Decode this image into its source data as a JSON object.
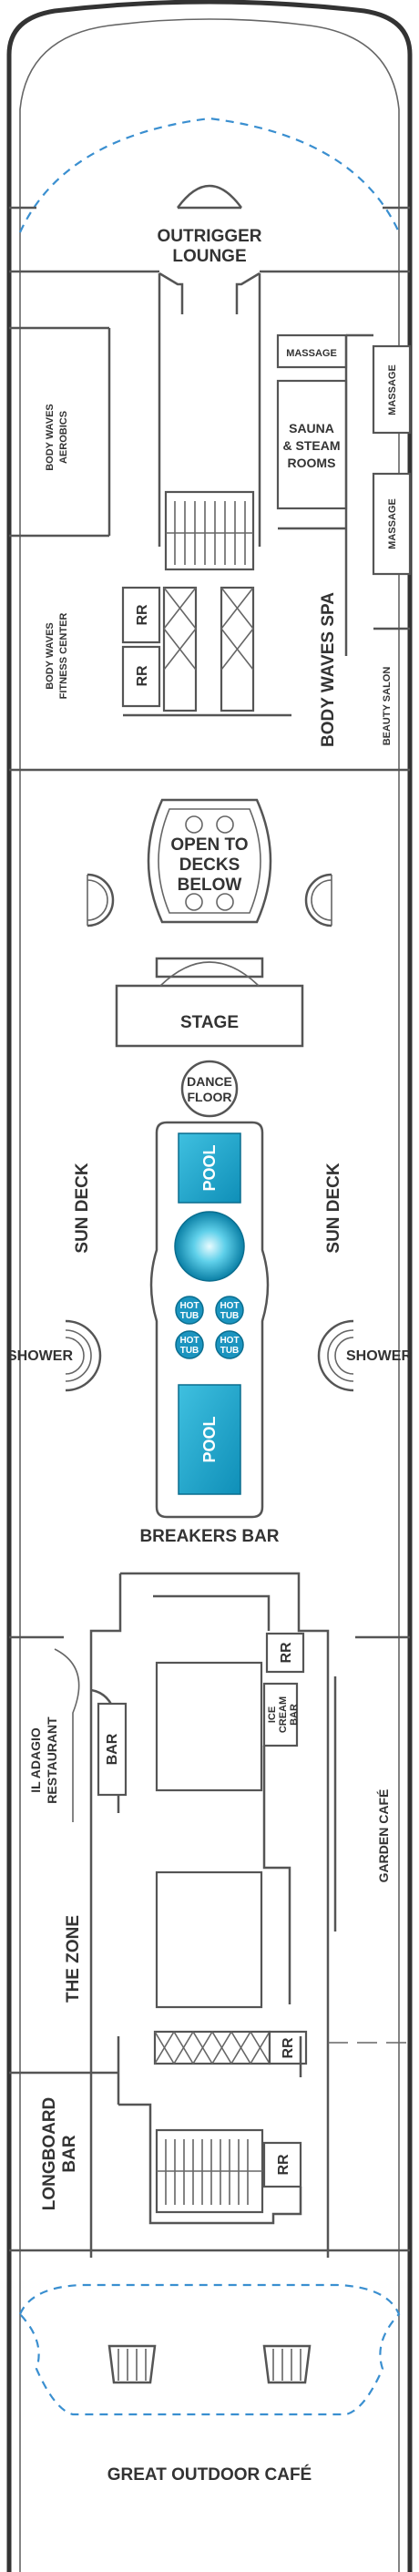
{
  "deck": {
    "forward": {
      "outrigger": "OUTRIGGER",
      "lounge": "LOUNGE",
      "body_waves_aerobics_1": "BODY WAVES",
      "body_waves_aerobics_2": "AEROBICS",
      "body_waves_fitness_1": "BODY WAVES",
      "body_waves_fitness_2": "FITNESS CENTER",
      "massage_top": "MASSAGE",
      "massage_right_top": "MASSAGE",
      "massage_right_bottom": "MASSAGE",
      "sauna_1": "SAUNA",
      "sauna_2": "& STEAM",
      "sauna_3": "ROOMS",
      "spa": "BODY WAVES SPA",
      "beauty_salon": "BEAUTY SALON",
      "rr_1": "RR",
      "rr_2": "RR"
    },
    "midship": {
      "open_1": "OPEN TO",
      "open_2": "DECKS",
      "open_3": "BELOW",
      "stage": "STAGE",
      "dance_1": "DANCE",
      "dance_2": "FLOOR",
      "sun_deck_left": "SUN DECK",
      "sun_deck_right": "SUN DECK",
      "pool_top": "POOL",
      "pool_bottom": "POOL",
      "hot_tub_hot": "HOT",
      "hot_tub_tub": "TUB",
      "shower_left": "SHOWER",
      "shower_right": "SHOWER",
      "breakers_bar": "BREAKERS BAR"
    },
    "aft": {
      "rr_1": "RR",
      "rr_2": "RR",
      "rr_3": "RR",
      "bar": "BAR",
      "ice_1": "ICE",
      "ice_2": "CREAM",
      "ice_3": "BAR",
      "il_adagio_1": "IL ADAGIO",
      "il_adagio_2": "RESTAURANT",
      "garden_cafe": "GARDEN CAFÉ",
      "the_zone": "THE ZONE",
      "longboard_1": "LONGBOARD",
      "longboard_2": "BAR",
      "great_outdoor_cafe": "GREAT OUTDOOR CAFÉ"
    }
  },
  "colors": {
    "pool": "#1aa0c8",
    "pool_dark": "#0a7fa5",
    "wall": "#555555",
    "dashed": "#3a8fd0"
  }
}
